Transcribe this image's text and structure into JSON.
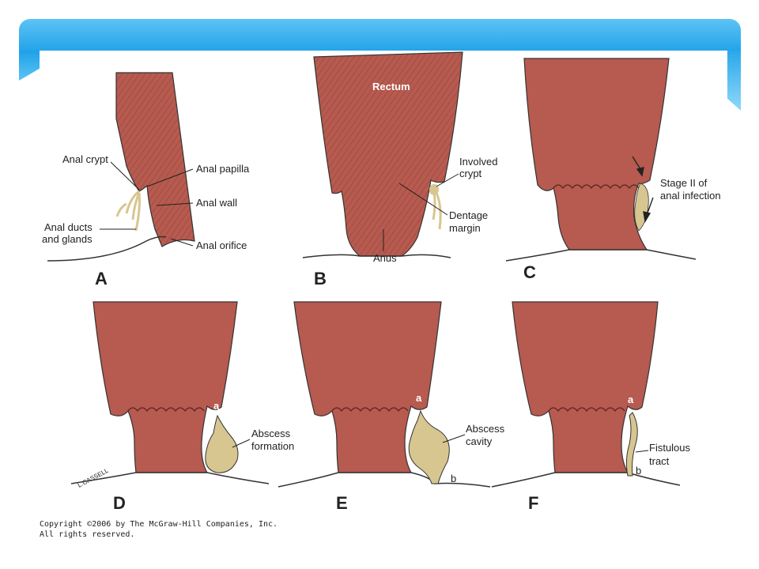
{
  "colors": {
    "tissue": "#b75a4f",
    "tissue_dark": "#8c3b33",
    "gland": "#d8c690",
    "banner": "#1ea1e8"
  },
  "panels": {
    "A": {
      "letter": "A",
      "labels": {
        "anal_crypt": "Anal crypt",
        "anal_papilla": "Anal papilla",
        "anal_wall": "Anal wall",
        "anal_ducts_1": "Anal ducts",
        "anal_ducts_2": "and glands",
        "anal_orifice": "Anal orifice"
      }
    },
    "B": {
      "letter": "B",
      "labels": {
        "rectum": "Rectum",
        "involved_1": "Involved",
        "involved_2": "crypt",
        "dentage_1": "Dentage",
        "dentage_2": "margin",
        "anus": "Anus"
      }
    },
    "C": {
      "letter": "C",
      "labels": {
        "stage_1": "Stage II of",
        "stage_2": "anal infection"
      }
    },
    "D": {
      "letter": "D",
      "labels": {
        "a": "a",
        "abscess_1": "Abscess",
        "abscess_2": "formation",
        "signature": "L.CASSELL"
      }
    },
    "E": {
      "letter": "E",
      "labels": {
        "a": "a",
        "cavity_1": "Abscess",
        "cavity_2": "cavity",
        "b": "b"
      }
    },
    "F": {
      "letter": "F",
      "labels": {
        "a": "a",
        "fistula_1": "Fistulous",
        "fistula_2": "tract",
        "b": "b"
      }
    }
  },
  "copyright": {
    "line1": "Copyright ©2006 by The McGraw-Hill Companies, Inc.",
    "line2": "All rights reserved."
  }
}
